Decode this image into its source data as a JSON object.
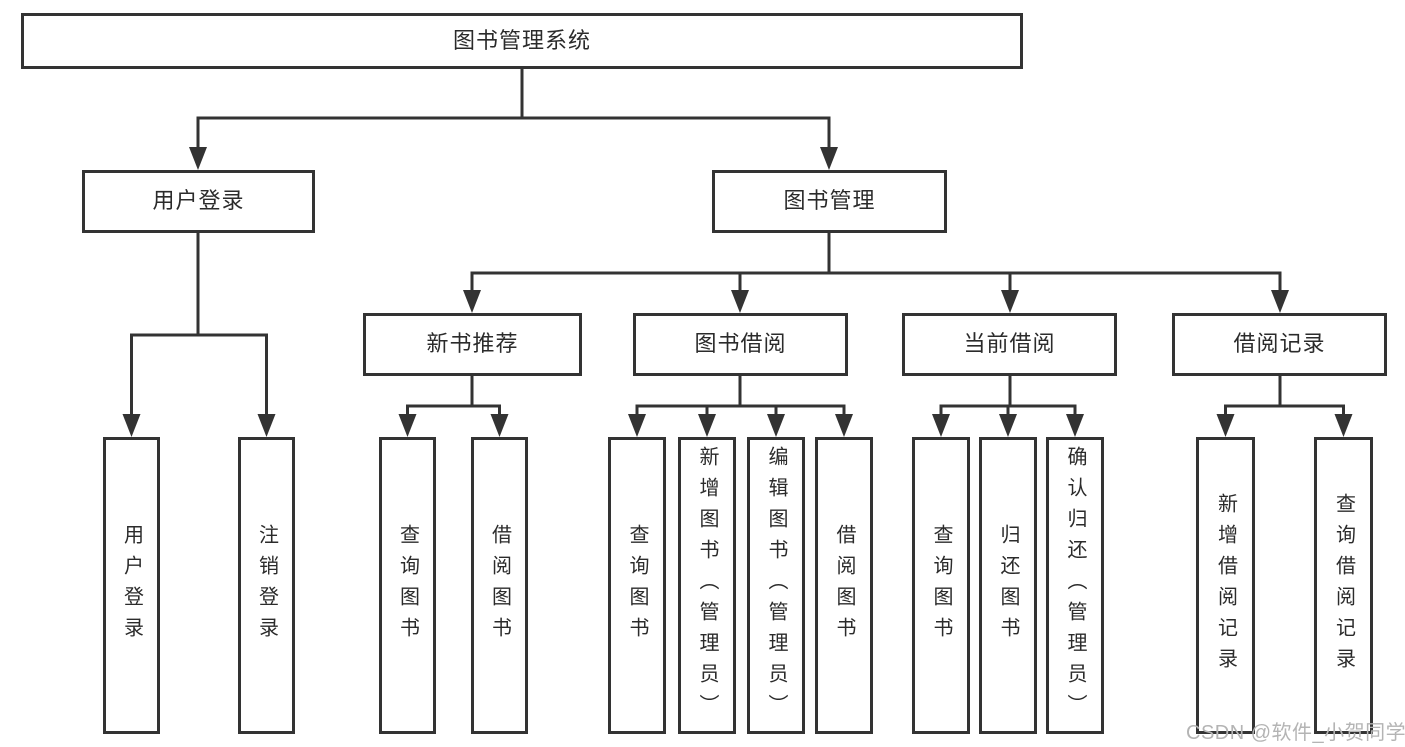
{
  "tree": {
    "label": "图书管理系统",
    "children": [
      {
        "label": "用户登录",
        "children": [
          {
            "label": "用户登录"
          },
          {
            "label": "注销登录"
          }
        ]
      },
      {
        "label": "图书管理",
        "children": [
          {
            "label": "新书推荐",
            "children": [
              {
                "label": "查询图书"
              },
              {
                "label": "借阅图书"
              }
            ]
          },
          {
            "label": "图书借阅",
            "children": [
              {
                "label": "查询图书"
              },
              {
                "label": "新增图书（管理员）"
              },
              {
                "label": "编辑图书（管理员）"
              },
              {
                "label": "借阅图书"
              }
            ]
          },
          {
            "label": "当前借阅",
            "children": [
              {
                "label": "查询图书"
              },
              {
                "label": "归还图书"
              },
              {
                "label": "确认归还（管理员）"
              }
            ]
          },
          {
            "label": "借阅记录",
            "children": [
              {
                "label": "新增借阅记录"
              },
              {
                "label": "查询借阅记录"
              }
            ]
          }
        ]
      }
    ]
  },
  "watermark": "CSDN @软件_小贺同学",
  "colors": {
    "line": "#333333",
    "text": "#2b2b2b",
    "box_fill": "#ffffff",
    "watermark": "#b4b4b4",
    "background": "#ffffff"
  }
}
